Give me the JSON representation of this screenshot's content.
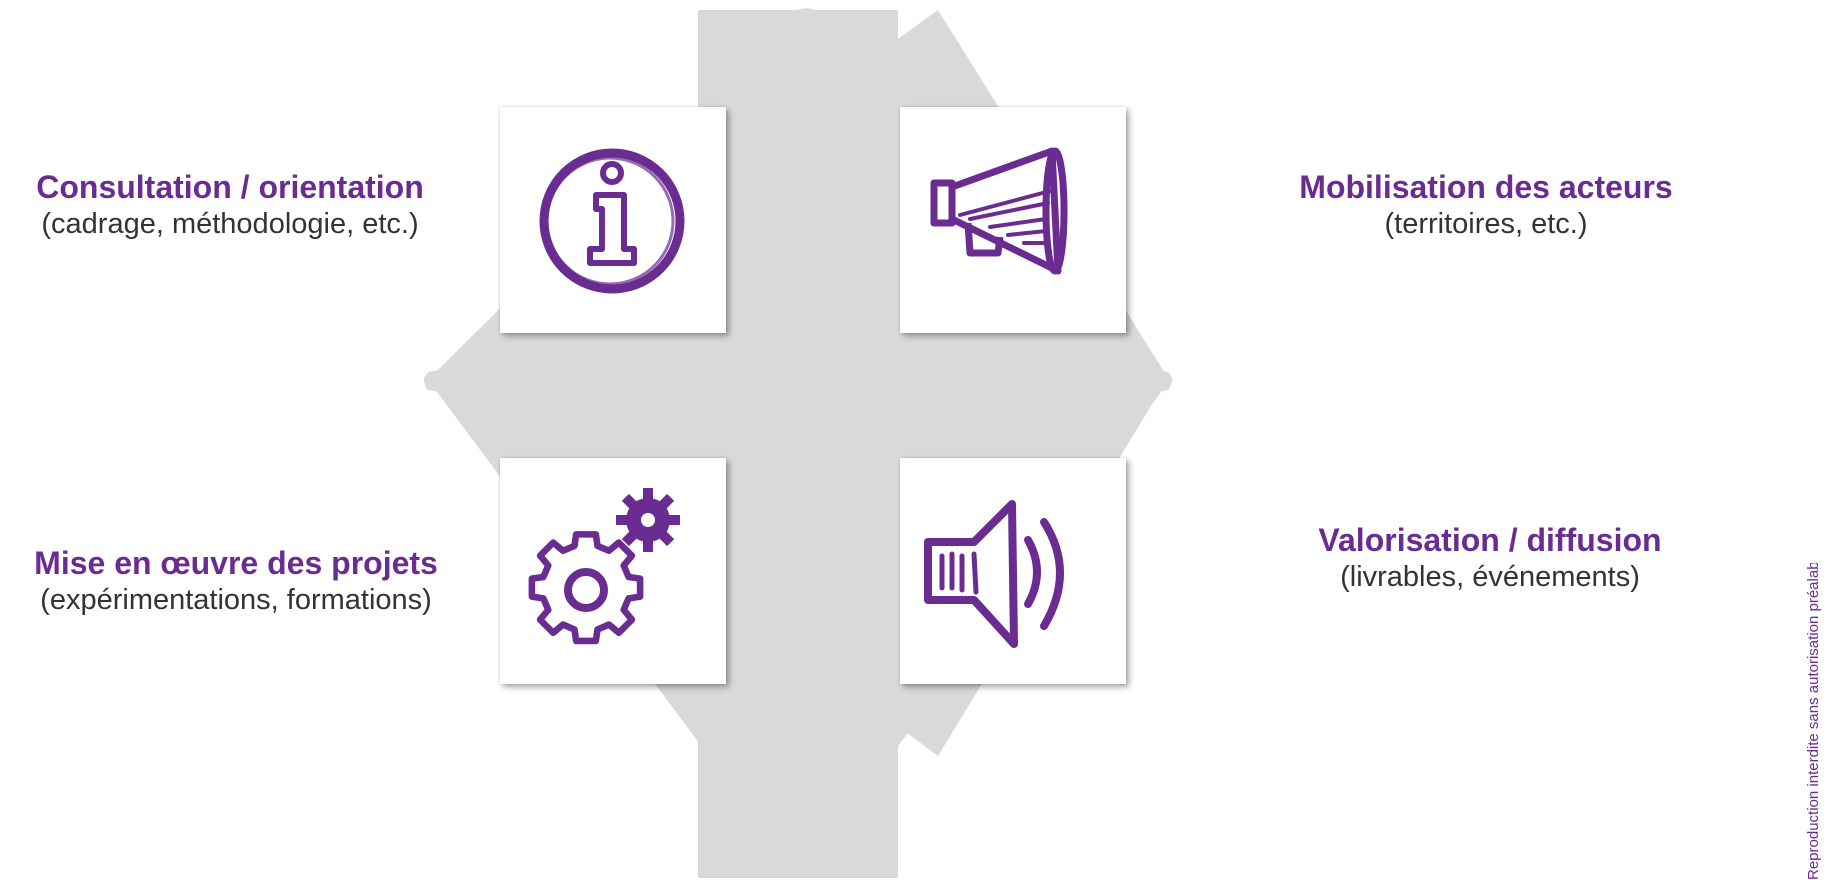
{
  "diagram": {
    "colors": {
      "accent": "#6b2c91",
      "cross_fill": "#d9d9d9",
      "text": "#333333",
      "tile": "#ffffff"
    },
    "quadrants": [
      {
        "id": "top-left",
        "icon": "info-icon",
        "title": "Consultation / orientation",
        "subtitle": "(cadrage, méthodologie, etc.)"
      },
      {
        "id": "top-right",
        "icon": "megaphone-icon",
        "title": "Mobilisation des acteurs",
        "subtitle": "(territoires, etc.)"
      },
      {
        "id": "bottom-left",
        "icon": "gears-icon",
        "title": "Mise en œuvre des projets",
        "subtitle": "(expérimentations, formations)"
      },
      {
        "id": "bottom-right",
        "icon": "speaker-icon",
        "title": "Valorisation / diffusion",
        "subtitle": "(livrables, événements)"
      }
    ]
  },
  "footer": {
    "legal_notice": "Reproduction interdite sans autorisation préalable"
  }
}
